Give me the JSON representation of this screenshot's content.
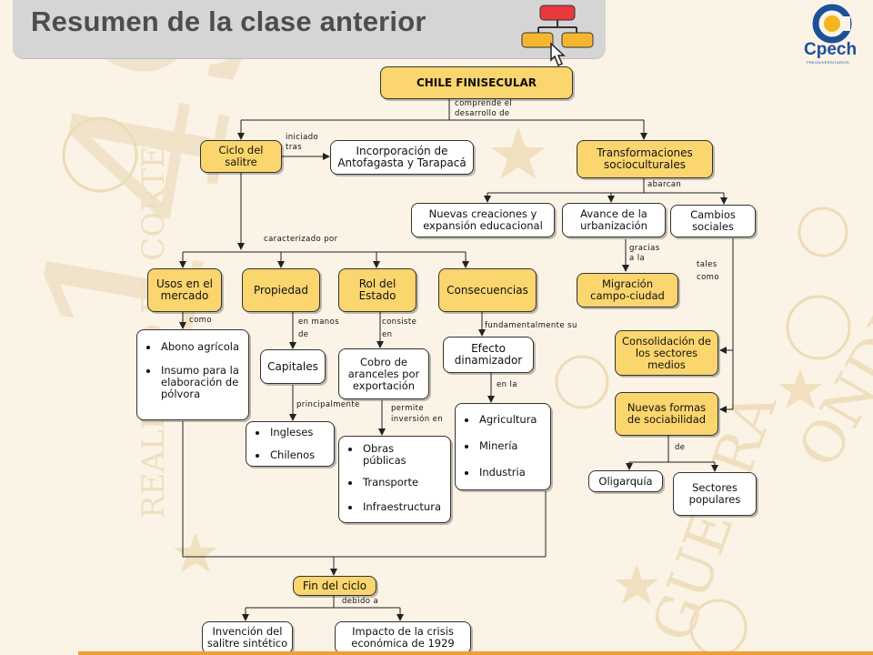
{
  "title": "Resumen de la clase anterior",
  "logo": {
    "text": "Cpech",
    "sub": "PREUNIVERSITARIOS"
  },
  "nodes": {
    "root": "CHILE FINISECULAR",
    "ciclo": "Ciclo del salitre",
    "incorporacion": "Incorporación de Antofagasta y Tarapacá",
    "transformaciones": "Transformaciones socioculturales",
    "nuevas_creaciones": "Nuevas creaciones y expansión educacional",
    "avance": "Avance de la urbanización",
    "cambios": "Cambios sociales",
    "migracion": "Migración campo-ciudad",
    "usos": "Usos en el mercado",
    "propiedad": "Propiedad",
    "rol": "Rol del Estado",
    "consecuencias": "Consecuencias",
    "capitales": "Capitales",
    "cobro": "Cobro de aranceles por exportación",
    "efecto": "Efecto dinamizador",
    "consolidacion": "Consolidación de los sectores medios",
    "nuevas_formas": "Nuevas formas de sociabilidad",
    "oligarquia": "Oligarquía",
    "sectores_populares": "Sectores populares",
    "fin": "Fin del ciclo",
    "invencion": "Invención del salitre sintético",
    "impacto": "Impacto de la crisis económica de 1929"
  },
  "lists": {
    "usos": [
      "Abono agrícola",
      "Insumo para la elaboración de pólvora"
    ],
    "propiedad": [
      "Ingleses",
      "Chilenos"
    ],
    "obras": [
      "Obras públicas",
      "Transporte",
      "Infraestructura"
    ],
    "efecto": [
      "Agricultura",
      "Minería",
      "Industria"
    ]
  },
  "labels": {
    "comprende": "comprende el desarrollo de",
    "iniciado": "iniciado tras",
    "abarcan": "abarcan",
    "caracterizado": "caracterizado por",
    "gracias": "gracias a la",
    "tales": "tales como",
    "como": "como",
    "en_manos": "en manos de",
    "consiste": "consiste en",
    "fundamentalmente": "fundamentalmente su",
    "principalmente": "principalmente",
    "permite": "permite inversión en",
    "en_la": "en la",
    "de": "de",
    "debido": "debido a"
  }
}
